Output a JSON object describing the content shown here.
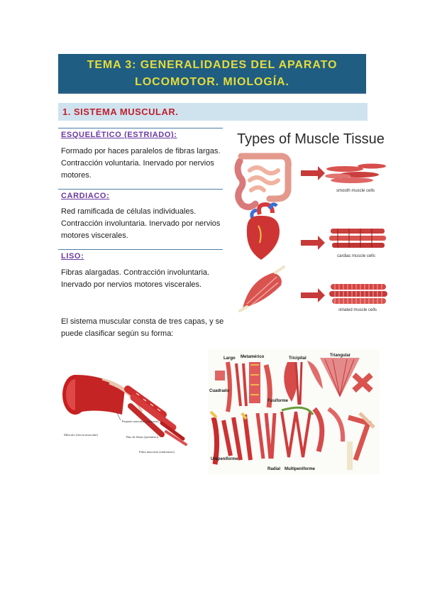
{
  "header": {
    "title_line1": "TEMA 3: GENERALIDADES DEL APARATO",
    "title_line2": "LOCOMOTOR. MIOLOGÍA."
  },
  "section": {
    "heading": "1. SISTEMA MUSCULAR."
  },
  "types": [
    {
      "name": "ESQUELÉTICO (ESTRIADO):",
      "text": "Formado por haces paralelos de fibras largas. Contracción voluntaria. Inervado por nervios motores."
    },
    {
      "name": "CARDIACO:",
      "text": "Red ramificada de células individuales. Contracción involuntaria. Inervado por nervios motores viscerales."
    },
    {
      "name": "LISO:",
      "text": "Fibras alargadas. Contracción involuntaria. Inervado por nervios motores viscerales."
    }
  ],
  "intro_text": "El sistema muscular consta de tres capas, y se puede clasificar según su forma:",
  "tissue_figure": {
    "title": "Types of Muscle Tissue",
    "labels": [
      "smooth muscle cells",
      "cardiac muscle cells",
      "striated muscle cells"
    ]
  },
  "layers_figure": {
    "labels": [
      "Paquete muscular (epimisio)",
      "Músculo (fascia muscular)",
      "Haz de fibras (perimisio)",
      "Fibra muscular (endomisio)"
    ]
  },
  "shapes_figure": {
    "labels": [
      "Largo",
      "Metamérico",
      "Tricipital",
      "Triangular",
      "Cuadrado",
      "Fusiforme",
      "Unipeniforme",
      "Radial",
      "Multipeniforme"
    ]
  },
  "colors": {
    "banner": "#1f5d83",
    "banner_text": "#e5dc3a",
    "section_bg": "#cfe3ef",
    "section_text": "#c0202e",
    "subheading": "#6a3aa2"
  }
}
